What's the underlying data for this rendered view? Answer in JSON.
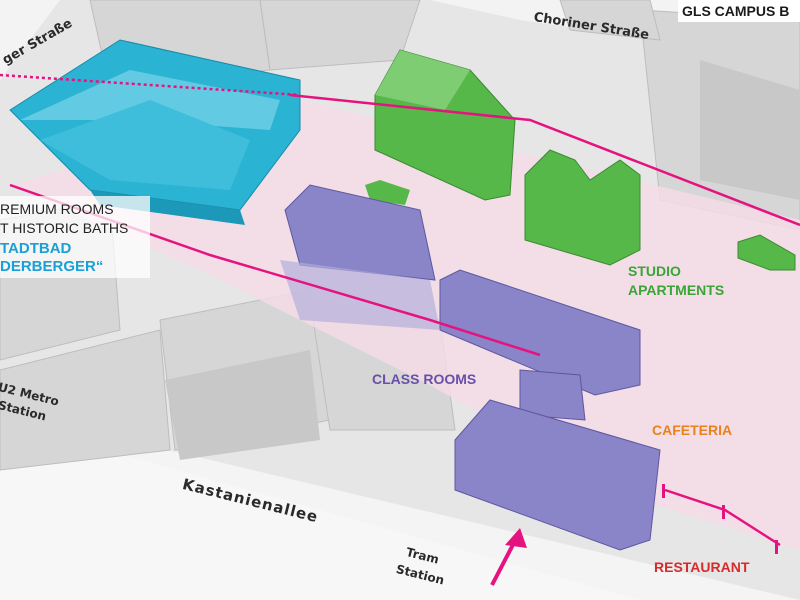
{
  "header": {
    "campus_title": "GLS CAMPUS B"
  },
  "streets": {
    "choriner": "Choriner Straße",
    "oderberger": "ger Straße",
    "kastanienallee": "Kastanienallee"
  },
  "transit": {
    "metro_line1": "U2 Metro",
    "metro_line2": "Station",
    "tram_line1": "Tram",
    "tram_line2": "Station"
  },
  "labels": {
    "premium_line1": "REMIUM ROOMS",
    "premium_line2": "T HISTORIC BATHS",
    "stadtbad_line1": "TADTBAD",
    "stadtbad_line2": "DERBERGER“",
    "studio_line1": "STUDIO",
    "studio_line2": "APARTMENTS",
    "class_rooms": "CLASS ROOMS",
    "cafeteria": "CAFETERIA",
    "restaurant": "RESTAURANT"
  },
  "colors": {
    "baths_cyan": "#2bb3d3",
    "studio_green": "#55b848",
    "classroom_purple": "#8a84c8",
    "boundary_magenta": "#e5137f",
    "cafeteria_orange": "#e8821e",
    "restaurant_red": "#d52b2b",
    "label_blue": "#1aa0d5",
    "label_purple": "#6a4fa8",
    "label_green": "#3aa536"
  },
  "icons": {
    "entrance": "arrow-up-icon"
  }
}
